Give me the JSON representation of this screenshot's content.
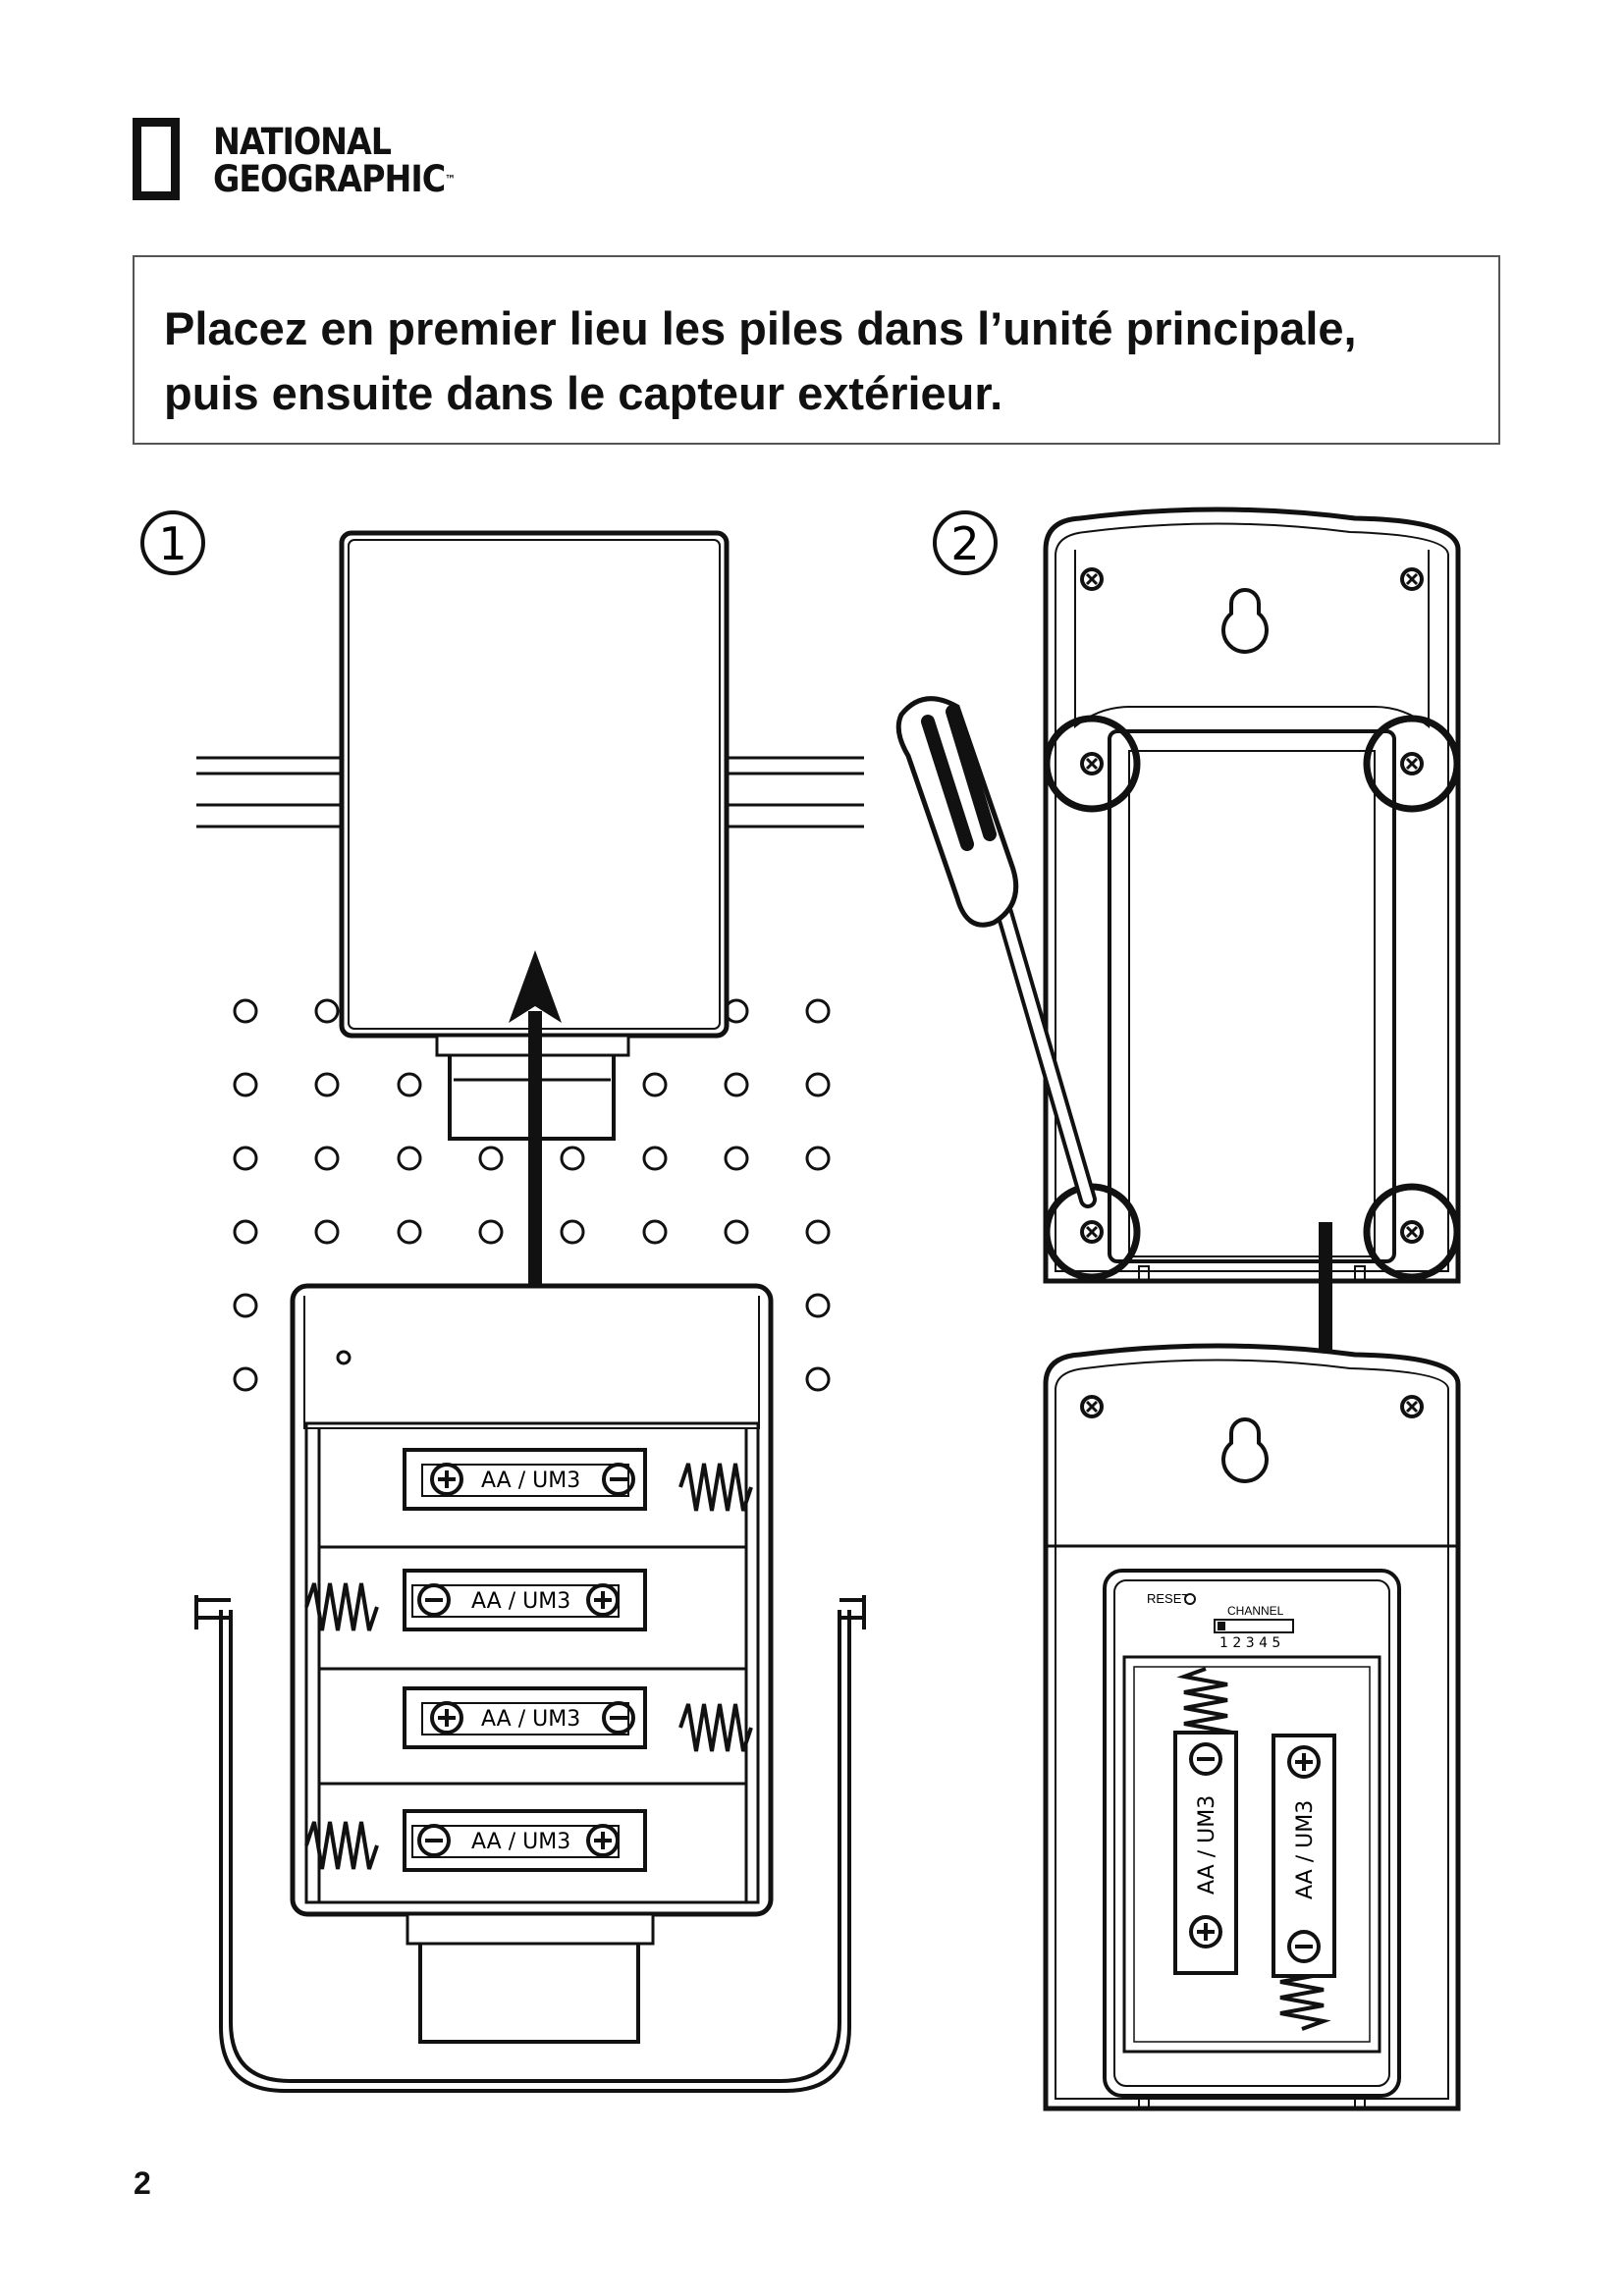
{
  "logo": {
    "line1": "NATIONAL",
    "line2": "GEOGRAPHIC",
    "tm": "™"
  },
  "instruction": {
    "line1": "Placez en premier lieu les piles dans l’unité principale,",
    "line2": "puis ensuite dans le capteur extérieur."
  },
  "steps": {
    "step1": "1",
    "step2": "2"
  },
  "battery_label": "AA / UM3",
  "plus_symbol": "+",
  "minus_symbol": "−",
  "sensor": {
    "reset": "RESET",
    "channel": "CHANNEL",
    "channel_numbers": "1 2 3 4 5"
  },
  "page_number": "2"
}
